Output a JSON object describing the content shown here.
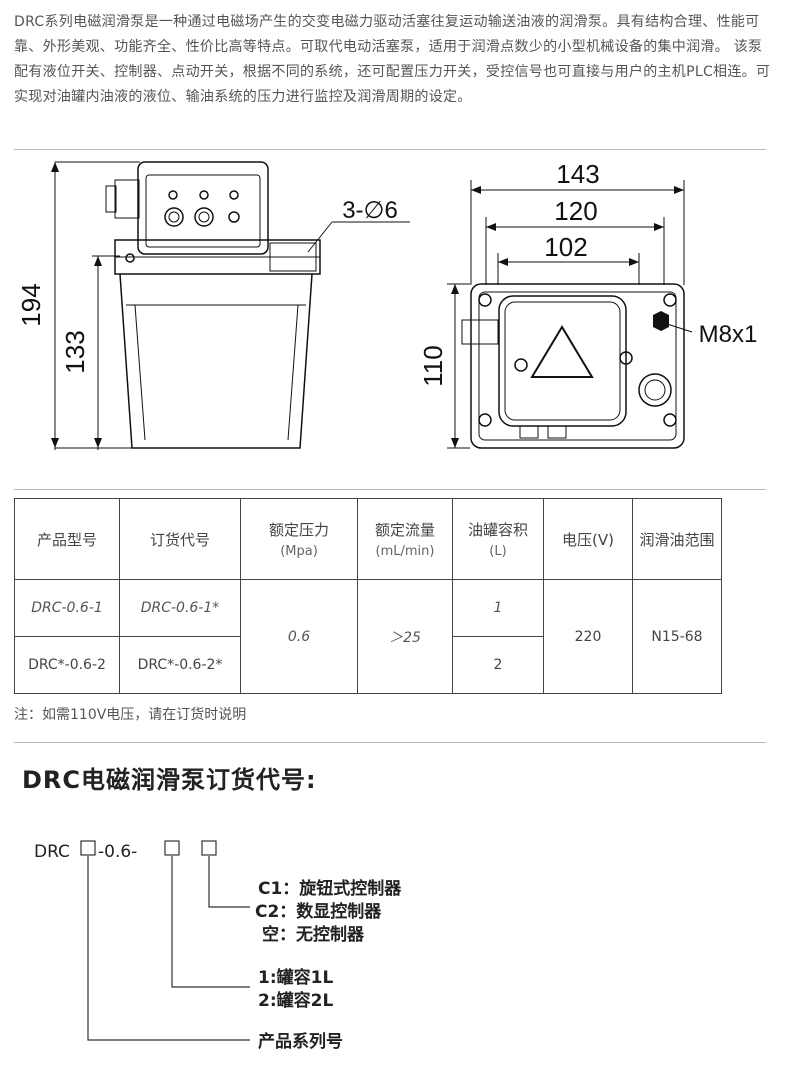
{
  "intro": "DRC系列电磁润滑泵是一种通过电磁场产生的交变电磁力驱动活塞往复运动输送油液的润滑泵。具有结构合理、性能可靠、外形美观、功能齐全、性价比高等特点。可取代电动活塞泵，适用于润滑点数少的小型机械设备的集中润滑。 该泵配有液位开关、控制器、点动开关，根据不同的系统，还可配置压力开关，受控信号也可直接与用户的主机PLC相连。可实现对油罐内油液的液位、输油系统的压力进行监控及润滑周期的设定。",
  "dims": {
    "h194": "194",
    "h133": "133",
    "holes": "3-∅6",
    "w143": "143",
    "w120": "120",
    "w102": "102",
    "h110": "110",
    "thread": "M8x1"
  },
  "table": {
    "headers": [
      {
        "label": "产品型号",
        "unit": ""
      },
      {
        "label": "订货代号",
        "unit": ""
      },
      {
        "label": "额定压力",
        "unit": "(Mpa)"
      },
      {
        "label": "额定流量",
        "unit": "(mL/min)"
      },
      {
        "label": "油罐容积",
        "unit": "(L)"
      },
      {
        "label": "电压(V)",
        "unit": ""
      },
      {
        "label": "润滑油范围",
        "unit": ""
      }
    ],
    "rows": [
      {
        "model": "DRC-0.6-1",
        "code": "DRC-0.6-1*",
        "capacity": "1"
      },
      {
        "model": "DRC*-0.6-2",
        "code": "DRC*-0.6-2*",
        "capacity": "2"
      }
    ],
    "pressure": "0.6",
    "flow": "＞25",
    "voltage": "220",
    "oil": "N15-68"
  },
  "note": "注：如需110V电压，请在订货时说明",
  "order": {
    "title": "DRC电磁润滑泵订货代号:",
    "code_prefix": "DRC",
    "code_mid": "-0.6-",
    "c1": "C1：旋钮式控制器",
    "c2": "C2：数显控制器",
    "none": "空：无控制器",
    "cap1": "1:罐容1L",
    "cap2": "2:罐容2L",
    "series": "产品系列号"
  }
}
